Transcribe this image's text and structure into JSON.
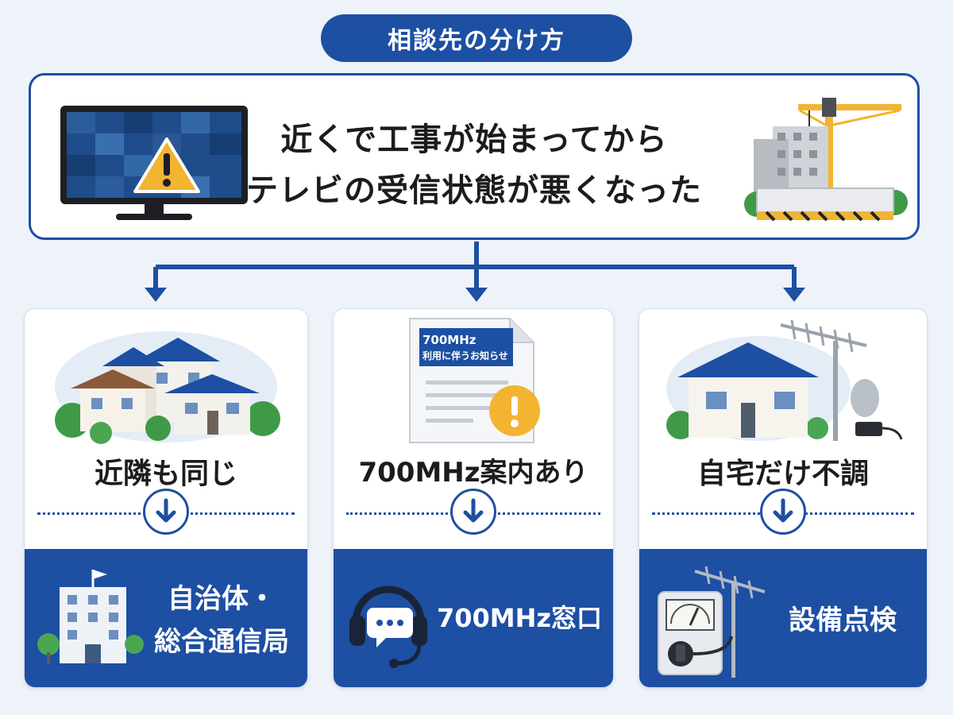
{
  "header": {
    "title": "相談先の分け方"
  },
  "question": {
    "line1": "近くで工事が始まってから",
    "line2": "テレビの受信状態が悪くなった"
  },
  "notice_doc": {
    "title": "700MHz",
    "subtitle": "利用に伴うお知らせ"
  },
  "cards": [
    {
      "heading": "近隣も同じ",
      "destination_line1": "自治体・",
      "destination_line2": "総合通信局"
    },
    {
      "heading": "700MHz案内あり",
      "destination": "700MHz窓口"
    },
    {
      "heading": "自宅だけ不調",
      "destination": "設備点検"
    }
  ],
  "colors": {
    "primary": "#1d4fa3",
    "warning": "#f2b431",
    "background": "#eef3fa"
  }
}
